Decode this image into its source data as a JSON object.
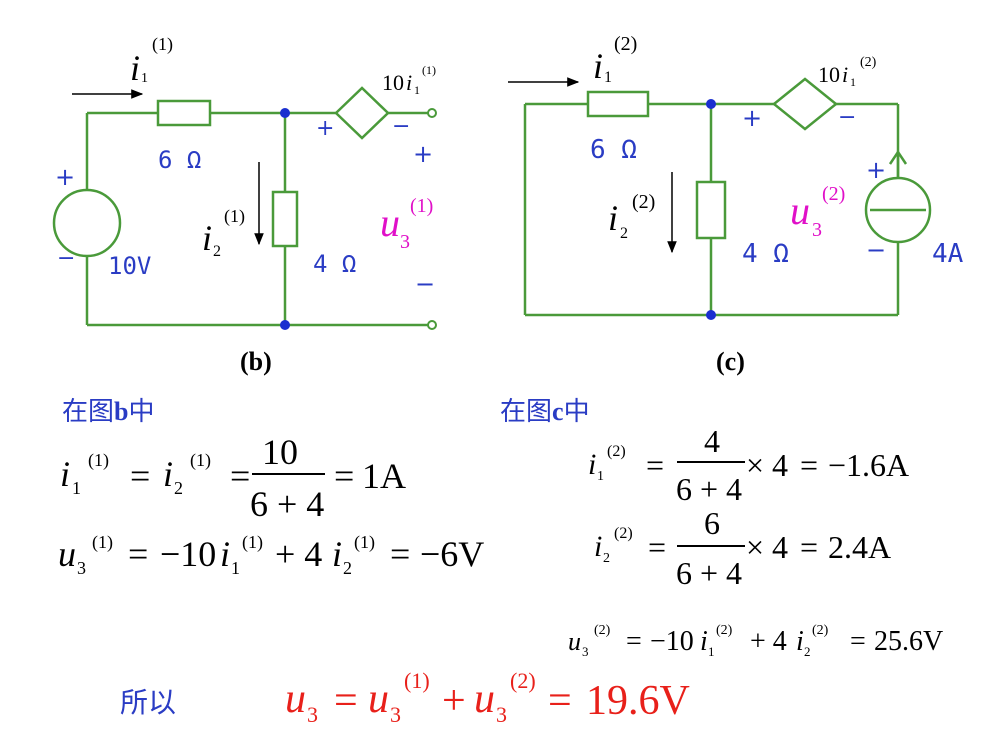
{
  "colors": {
    "wire": "#4a9a3a",
    "node": "#1a2fd0",
    "label": "#2a3cc4",
    "magenta": "#e010c8",
    "red": "#e8201a",
    "heading": "#2a3cc4",
    "text": "#000000"
  },
  "circuit_b": {
    "caption": "(b)",
    "current_label": "i",
    "current_sub": "1",
    "current_sup": "(1)",
    "branch_current_label": "i",
    "branch_current_sub": "2",
    "branch_current_sup": "(1)",
    "resistor_top": "6 Ω",
    "resistor_mid": "4 Ω",
    "source_value": "10V",
    "plus": "+",
    "minus": "−",
    "dep_source_coef": "10",
    "dep_source_var": "i",
    "dep_source_sub": "1",
    "dep_source_sup": "(1)",
    "output_voltage": "u",
    "output_voltage_sub": "3",
    "output_voltage_sup": "(1)"
  },
  "circuit_c": {
    "caption": "(c)",
    "current_label": "i",
    "current_sub": "1",
    "current_sup": "(2)",
    "branch_current_label": "i",
    "branch_current_sub": "2",
    "branch_current_sup": "(2)",
    "resistor_top": "6 Ω",
    "resistor_mid": "4 Ω",
    "source_value": "4A",
    "plus": "+",
    "minus": "−",
    "dep_source_coef": "10",
    "dep_source_var": "i",
    "dep_source_sub": "1",
    "dep_source_sup": "(2)",
    "output_voltage": "u",
    "output_voltage_sub": "3",
    "output_voltage_sup": "(2)"
  },
  "section_b": {
    "heading_pre": "在图",
    "heading_letter": "b",
    "heading_post": "中",
    "eq1_lhs_a": "i",
    "eq1_lhs_a_sub": "1",
    "eq1_lhs_a_sup": "(1)",
    "eq1_eq": "=",
    "eq1_lhs_b": "i",
    "eq1_lhs_b_sub": "2",
    "eq1_lhs_b_sup": "(1)",
    "eq1_num": "10",
    "eq1_den": "6 + 4",
    "eq1_result": "1A",
    "eq2_lhs": "u",
    "eq2_lhs_sub": "3",
    "eq2_lhs_sup": "(1)",
    "eq2_m10": "−10",
    "eq2_i1": "i",
    "eq2_i1_sub": "1",
    "eq2_i1_sup": "(1)",
    "eq2_plus4": "+ 4",
    "eq2_i2": "i",
    "eq2_i2_sub": "2",
    "eq2_i2_sup": "(1)",
    "eq2_result": "−6V"
  },
  "section_c": {
    "heading_pre": "在图",
    "heading_letter": "c",
    "heading_post": "中",
    "eq1_lhs": "i",
    "eq1_lhs_sub": "1",
    "eq1_lhs_sup": "(2)",
    "eq1_num": "4",
    "eq1_den": "6 + 4",
    "eq1_times": "× 4",
    "eq1_result": "−1.6A",
    "eq2_lhs": "i",
    "eq2_lhs_sub": "2",
    "eq2_lhs_sup": "(2)",
    "eq2_num": "6",
    "eq2_den": "6 + 4",
    "eq2_times": "× 4",
    "eq2_result": "2.4A",
    "eq3_lhs": "u",
    "eq3_lhs_sub": "3",
    "eq3_lhs_sup": "(2)",
    "eq3_m10": "−10",
    "eq3_i1": "i",
    "eq3_i1_sub": "1",
    "eq3_i1_sup": "(2)",
    "eq3_plus4": "+ 4",
    "eq3_i2": "i",
    "eq3_i2_sub": "2",
    "eq3_i2_sup": "(2)",
    "eq3_result": "25.6V"
  },
  "conclusion": {
    "label": "所以",
    "u": "u",
    "u_sub": "3",
    "eq": "=",
    "t1": "u",
    "t1_sub": "3",
    "t1_sup": "(1)",
    "plus": "+",
    "t2": "u",
    "t2_sub": "3",
    "t2_sup": "(2)",
    "result": "19.6V"
  }
}
